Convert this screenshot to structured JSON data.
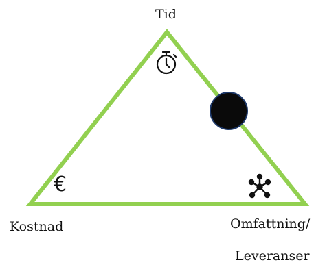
{
  "labels": {
    "top": "Tid",
    "bottom_left": "Kostnad",
    "bottom_right_line1": "Omfattning/",
    "bottom_right_line2": "Leveranser"
  },
  "icons": {
    "top": "stopwatch-icon",
    "bottom_left": "euro-icon",
    "bottom_right": "network-nodes-icon",
    "euro_glyph": "€"
  },
  "colors": {
    "triangle_stroke": "#92d050",
    "marker_fill": "#0a0a0a",
    "marker_stroke": "#1f3a6b"
  }
}
